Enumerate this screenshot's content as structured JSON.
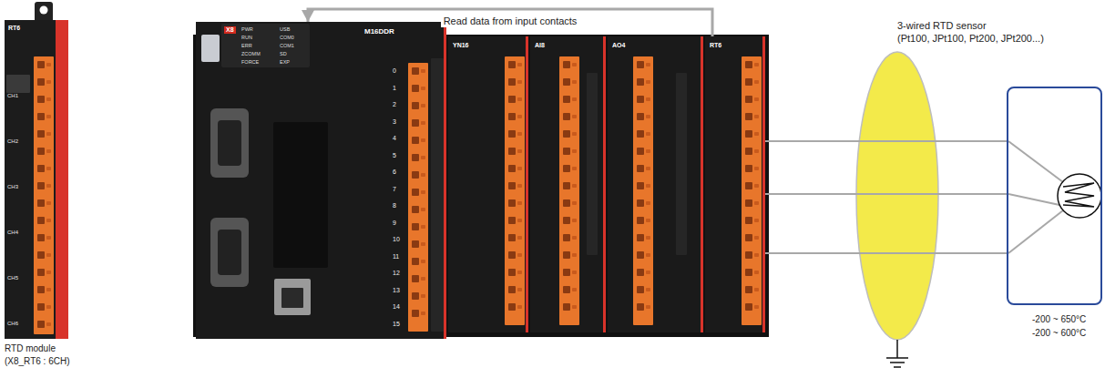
{
  "diagram": {
    "nodes": [
      {
        "text": [
          "RT6",
          "CH1",
          "CH2",
          "CH3",
          "CH4",
          "CH5",
          "CH6"
        ]
      },
      {
        "text": [
          "M16DDR",
          "X8",
          "PWR",
          "RUN",
          "ERR",
          "ZCOMM",
          "FORCE",
          "USB",
          "COM0",
          "COM1",
          "SD",
          "EXP",
          "0",
          "1",
          "2",
          "3",
          "4",
          "5",
          "6",
          "7",
          "8",
          "9",
          "10",
          "11",
          "12",
          "13",
          "14",
          "15"
        ]
      },
      {
        "text": [
          "YN16"
        ]
      },
      {
        "text": [
          "AI8"
        ]
      },
      {
        "text": [
          "AO4"
        ]
      },
      {
        "text": [
          "RT6"
        ]
      },
      {
        "text": [
          "-200 ~ 650°C",
          "-200 ~ 600°C"
        ]
      }
    ],
    "edges": [
      {
        "from": 5,
        "to": 1,
        "label": "Read data from input contacts",
        "arrow": "to"
      },
      {
        "from": 5,
        "to": 6,
        "arrow": "none"
      },
      {
        "from": 5,
        "to": 6,
        "arrow": "none"
      },
      {
        "from": 5,
        "to": 6,
        "arrow": "none"
      }
    ],
    "labels": [
      "3-wired RTD sensor",
      "(Pt100, JPt100, Pt200, JPt200...)",
      "RTD module",
      "(X8_RT6 : 6CH)"
    ]
  }
}
